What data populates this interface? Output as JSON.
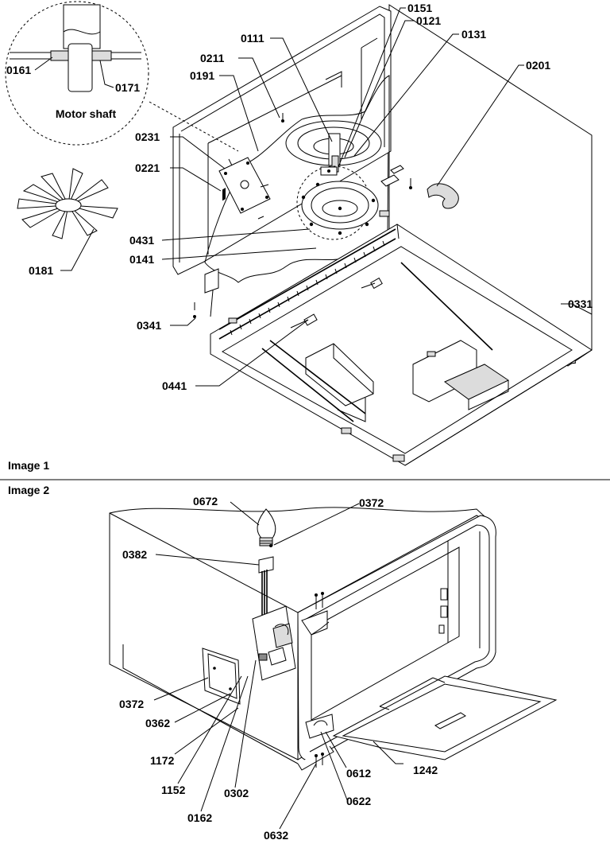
{
  "figures": [
    {
      "id": "image1",
      "caption": "Image 1"
    },
    {
      "id": "image2",
      "caption": "Image 2"
    }
  ],
  "inset": {
    "caption": "Motor shaft"
  },
  "labels": {
    "p0111": "0111",
    "p0151": "0151",
    "p0121": "0121",
    "p0131": "0131",
    "p0211": "0211",
    "p0191": "0191",
    "p0201": "0201",
    "p0161": "0161",
    "p0171": "0171",
    "p0231": "0231",
    "p0221": "0221",
    "p0431": "0431",
    "p0141": "0141",
    "p0181": "0181",
    "p0331": "0331",
    "p0341": "0341",
    "p0441": "0441",
    "p0672": "0672",
    "p0372a": "0372",
    "p0382": "0382",
    "p0372b": "0372",
    "p0362": "0362",
    "p1172": "1172",
    "p1152": "1152",
    "p0162": "0162",
    "p0302": "0302",
    "p0612": "0612",
    "p1242": "1242",
    "p0622": "0622",
    "p0632": "0632"
  }
}
